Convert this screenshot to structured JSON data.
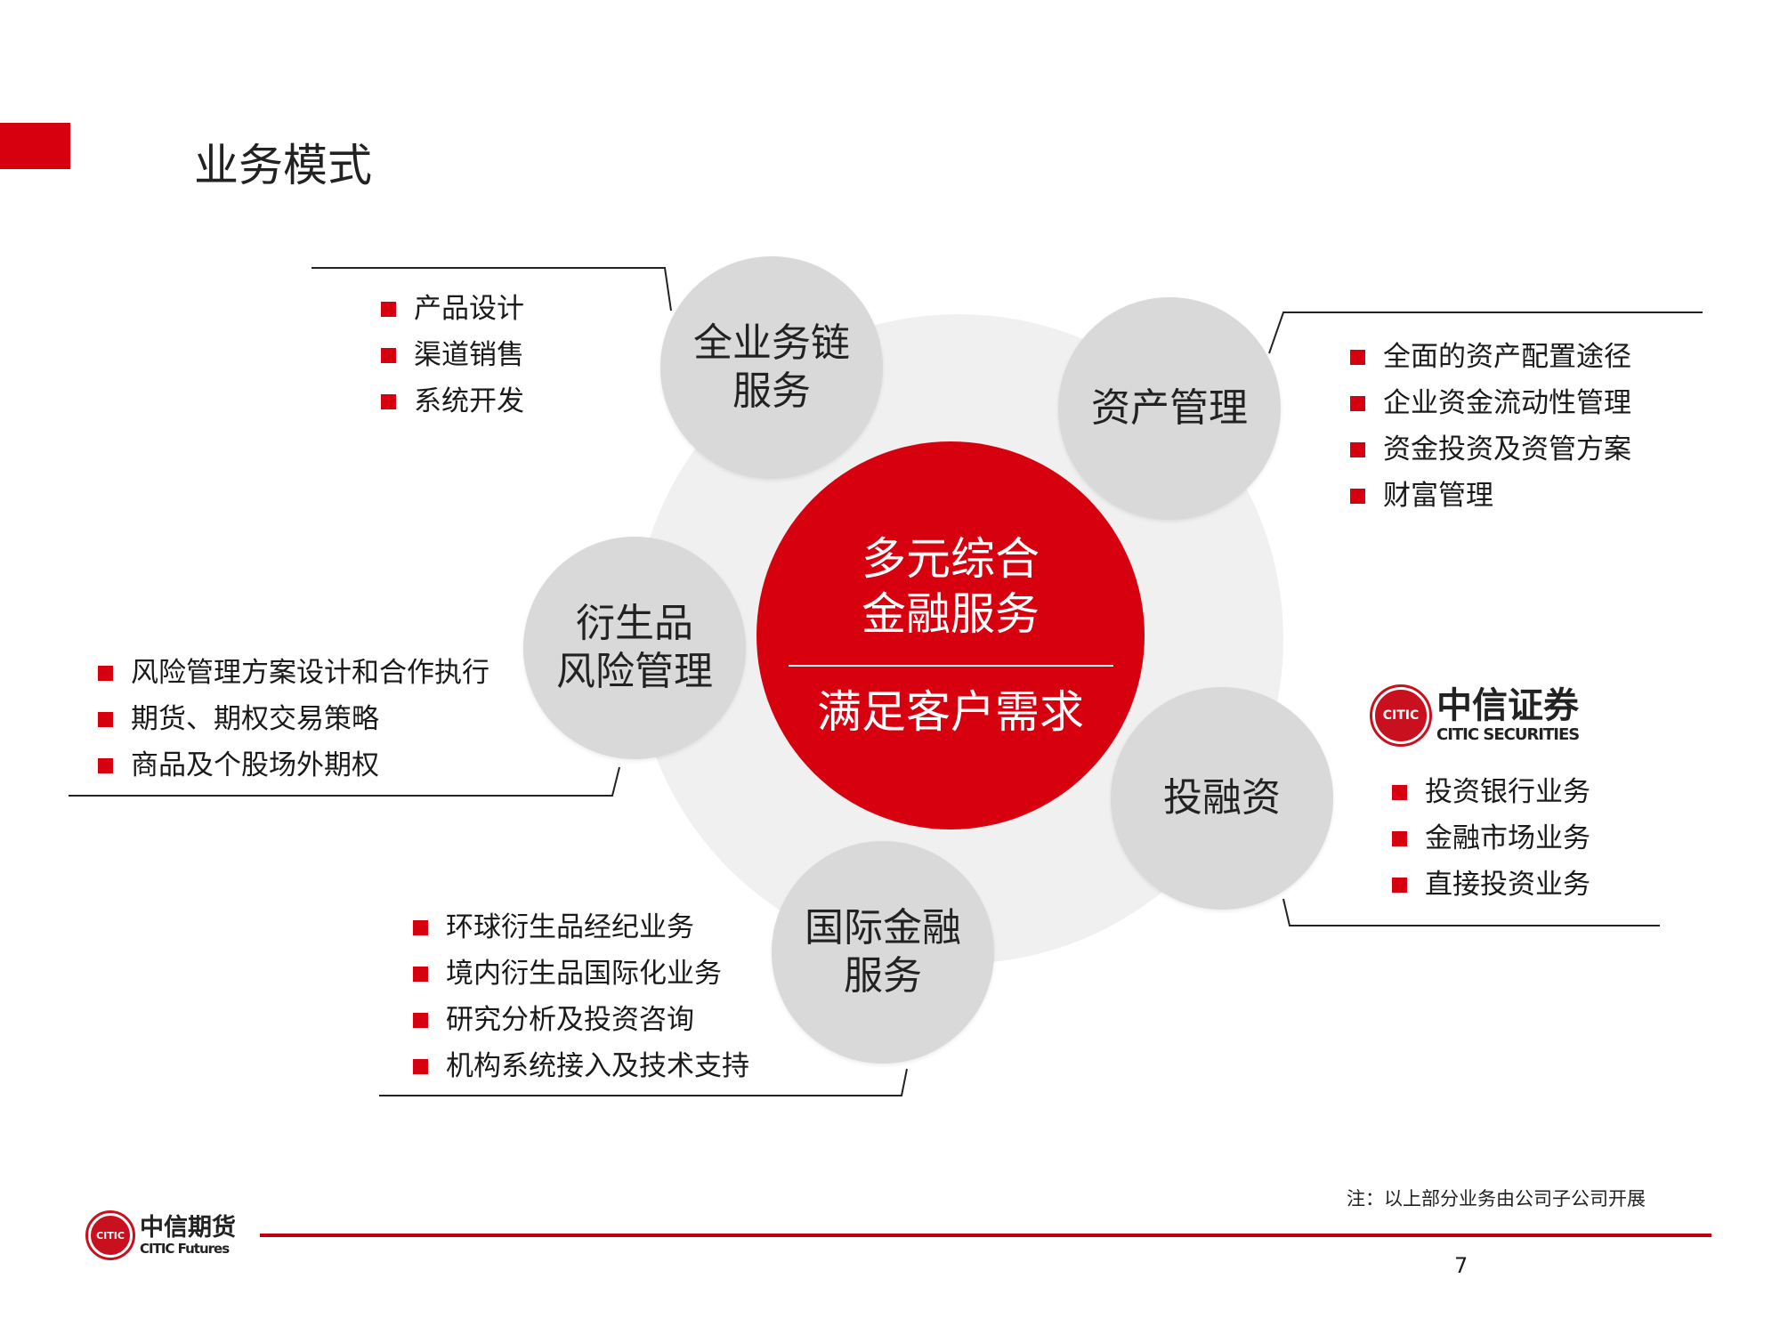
{
  "title": "业务模式",
  "center": {
    "line1": "多元综合",
    "line2": "金融服务",
    "line3": "满足客户需求"
  },
  "nodes": [
    {
      "line1": "全业务链",
      "line2": "服务",
      "items": [
        "产品设计",
        "渠道销售",
        "系统开发"
      ]
    },
    {
      "line1": "资产管理",
      "line2": "",
      "items": [
        "全面的资产配置途径",
        "企业资金流动性管理",
        "资金投资及资管方案",
        "财富管理"
      ]
    },
    {
      "line1": "衍生品",
      "line2": "风险管理",
      "items": [
        "风险管理方案设计和合作执行",
        "期货、期权交易策略",
        "商品及个股场外期权"
      ]
    },
    {
      "line1": "投融资",
      "line2": "",
      "items": [
        "投资银行业务",
        "金融市场业务",
        "直接投资业务"
      ]
    },
    {
      "line1": "国际金融",
      "line2": "服务",
      "items": [
        "环球衍生品经纪业务",
        "境内衍生品国际化业务",
        "研究分析及投资咨询",
        "机构系统接入及技术支持"
      ]
    }
  ],
  "securities_logo": {
    "cn": "中信证券",
    "en": "CITIC SECURITIES"
  },
  "futures_logo": {
    "cn": "中信期货",
    "en": "CITIC Futures"
  },
  "note": "注：以上部分业务由公司子公司开展",
  "page_number": "7",
  "colors": {
    "accent": "#d7000f",
    "node": "#d9d9d9",
    "bg_circle": "#f0f0f0"
  }
}
